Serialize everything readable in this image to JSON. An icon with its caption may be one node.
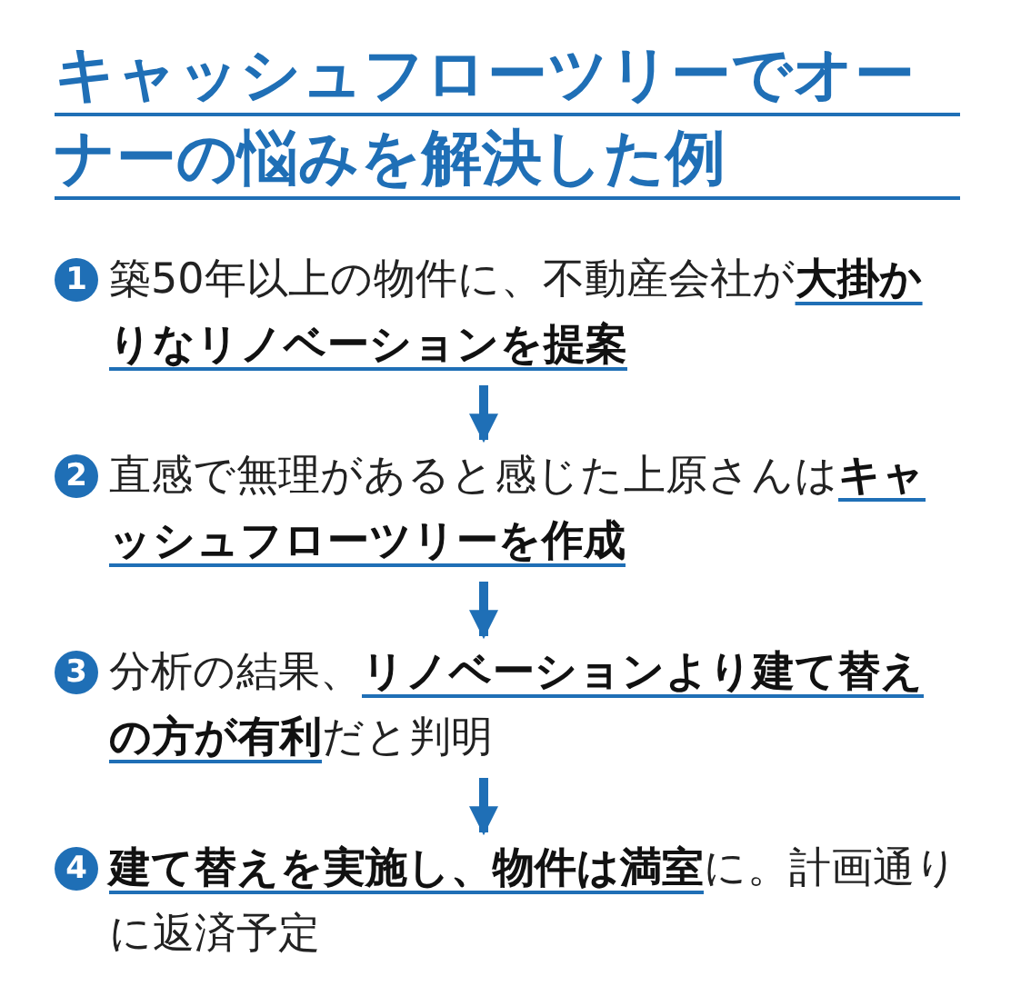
{
  "diagram": {
    "title": "キャッシュフローツリーでオーナーの悩みを解決した例",
    "nodes": [
      {
        "text": [
          "1",
          "築50年以上の物件に、不動産会社が**大掛かりなリノベーションを提案**"
        ]
      },
      {
        "text": [
          "2",
          "直感で無理があると感じた上原さんは**キャッシュフローツリーを作成**"
        ]
      },
      {
        "text": [
          "3",
          "分析の結果、**リノベーションより建て替えの方が有利**だと判明"
        ]
      },
      {
        "text": [
          "4",
          "**建て替えを実施し、物件は満室**に。計画通りに返済予定"
        ]
      }
    ],
    "edges": [
      {
        "from": 0,
        "to": 1,
        "arrow": "to"
      },
      {
        "from": 1,
        "to": 2,
        "arrow": "to"
      },
      {
        "from": 2,
        "to": 3,
        "arrow": "to"
      }
    ]
  }
}
